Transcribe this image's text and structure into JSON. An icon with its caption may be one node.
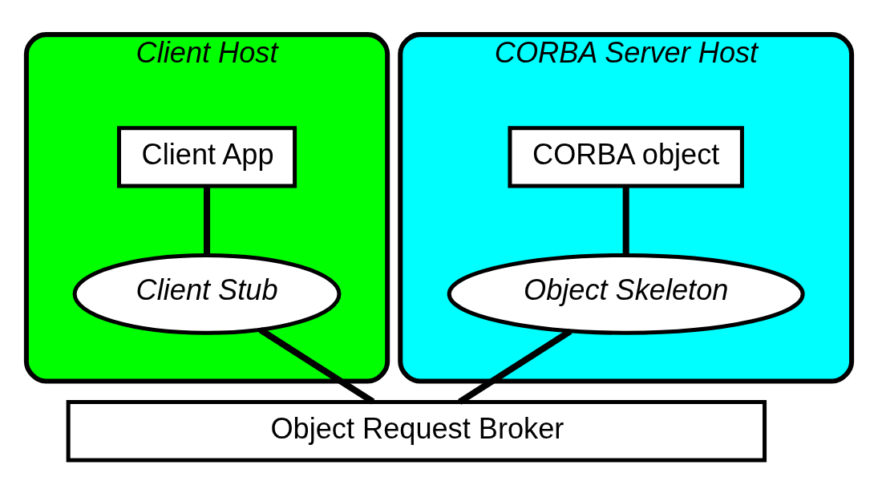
{
  "diagram": {
    "nodes": [
      {
        "text": [
          "Client Host"
        ]
      },
      {
        "text": [
          "Client App"
        ],
        "in": 0
      },
      {
        "text": [
          "Client Stub"
        ],
        "in": 0
      },
      {
        "text": [
          "CORBA Server Host"
        ]
      },
      {
        "text": [
          "CORBA object"
        ],
        "in": 3
      },
      {
        "text": [
          "Object Skeleton"
        ],
        "in": 3
      },
      {
        "text": [
          "Object Request Broker"
        ]
      }
    ],
    "edges": [
      {
        "from": 1,
        "to": 2,
        "arrow": "none"
      },
      {
        "from": 4,
        "to": 5,
        "arrow": "none"
      },
      {
        "from": 2,
        "to": 6,
        "arrow": "none"
      },
      {
        "from": 5,
        "to": 6,
        "arrow": "none"
      }
    ]
  }
}
